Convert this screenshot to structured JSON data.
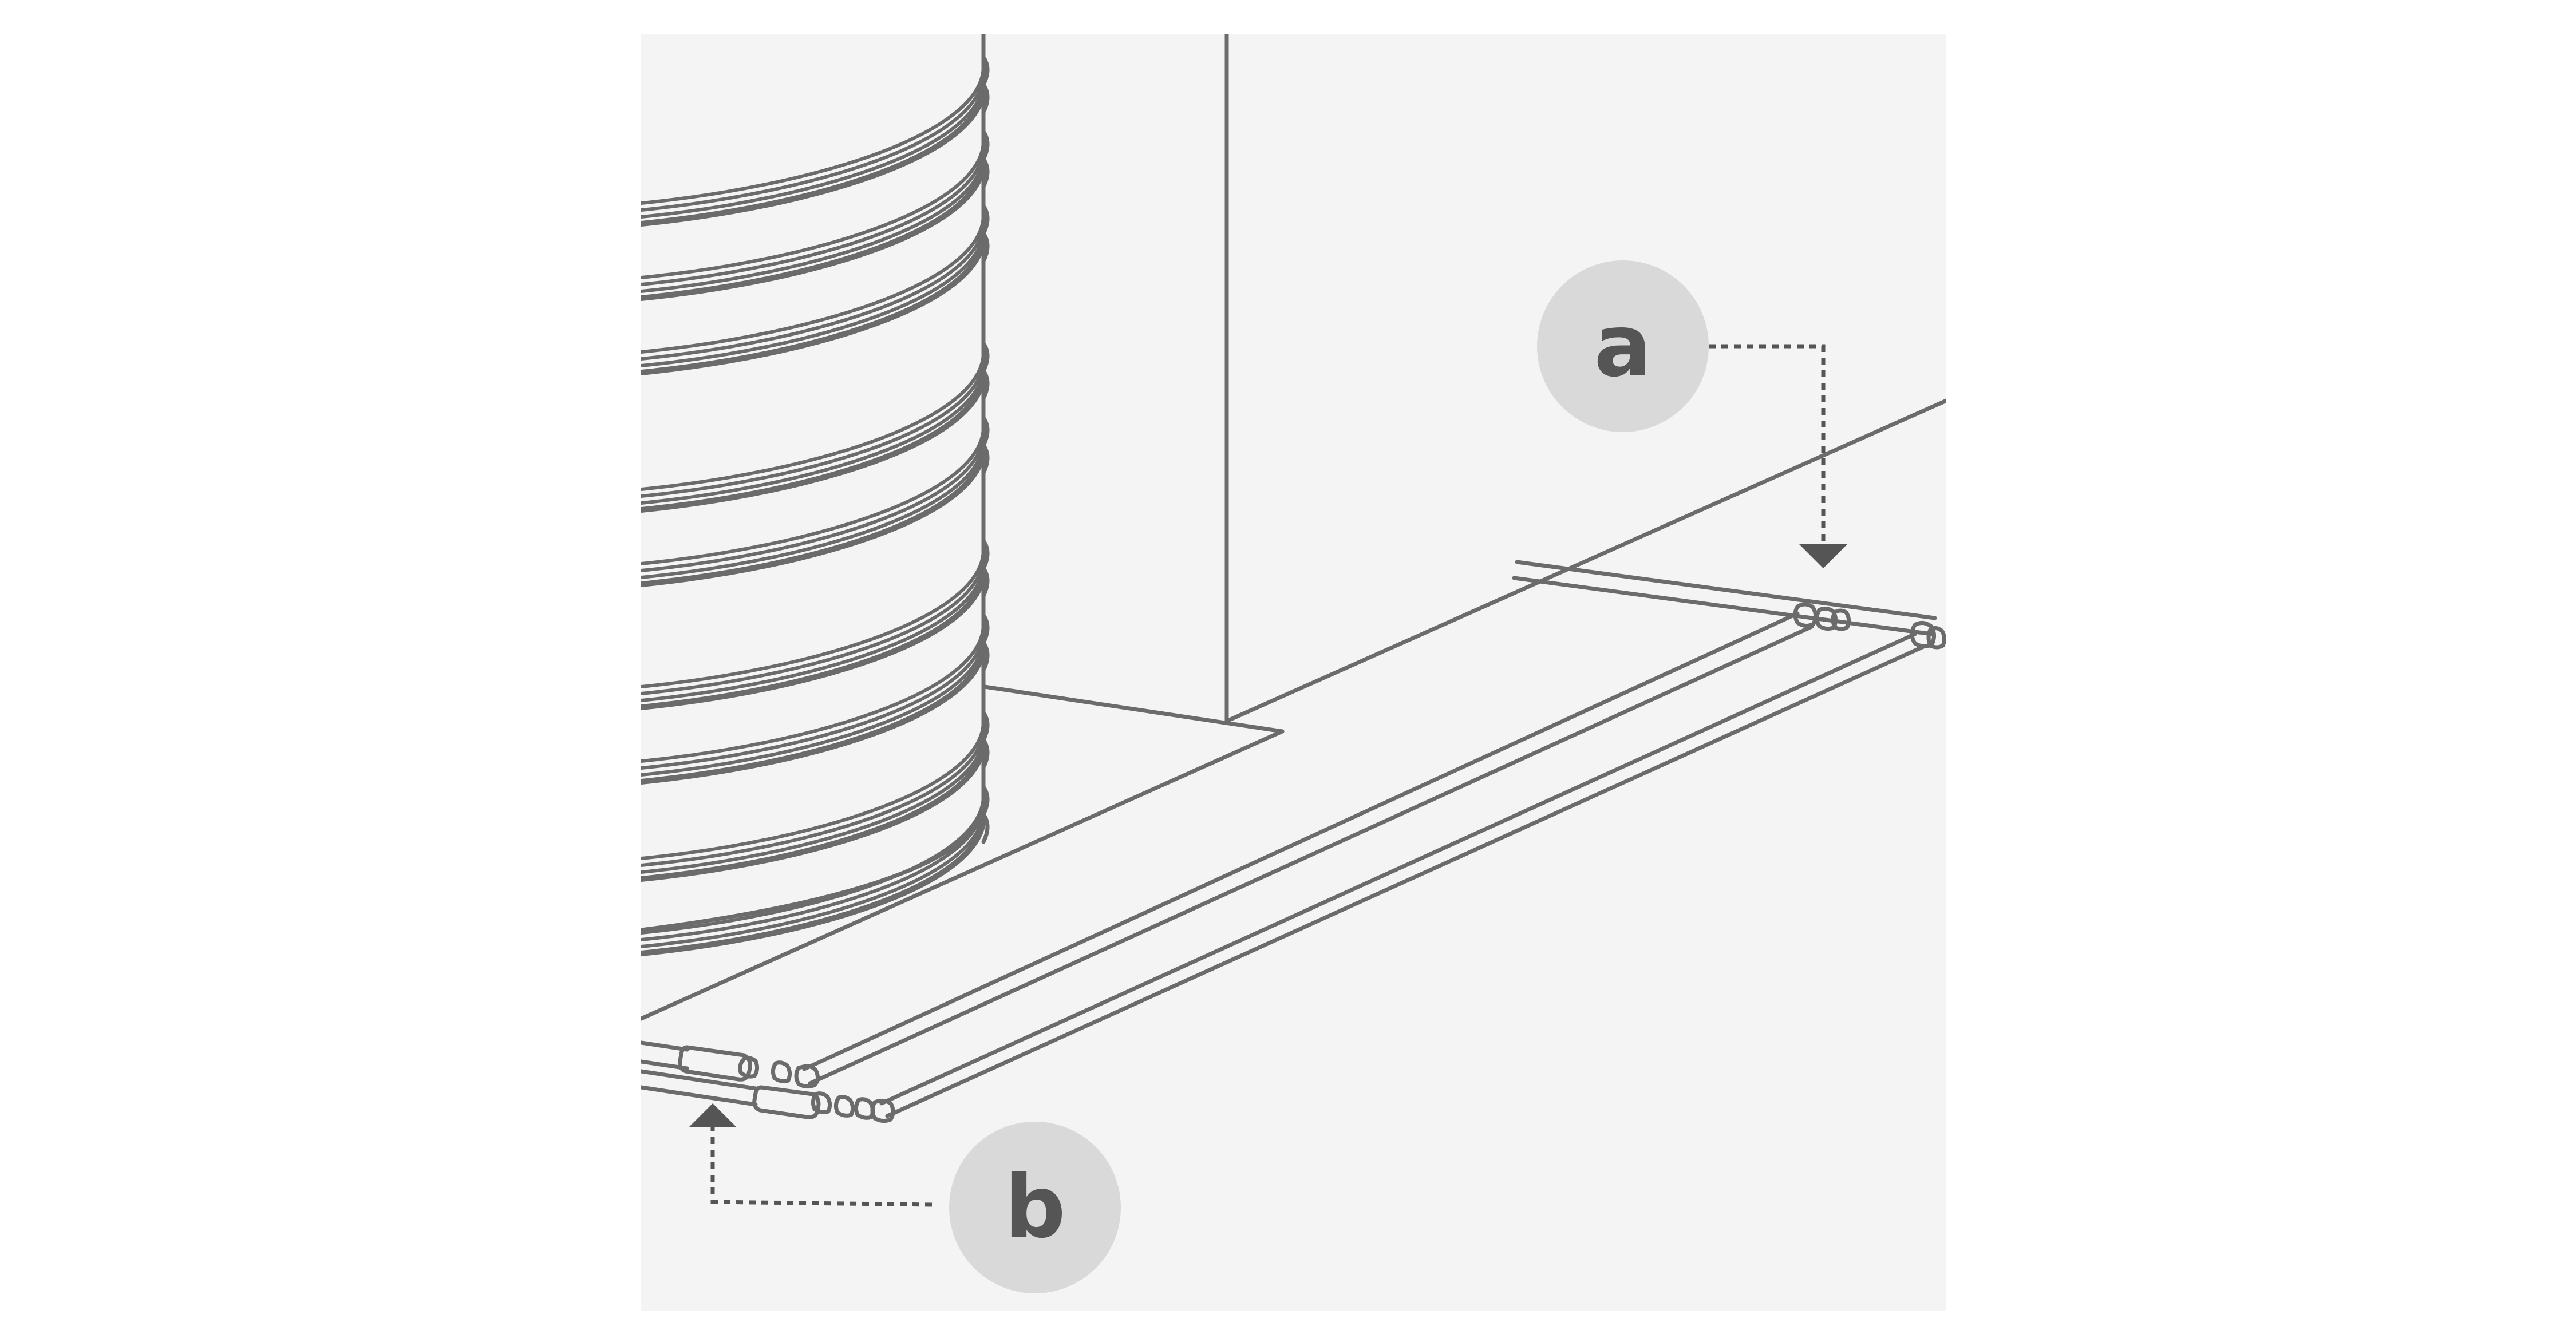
{
  "diagram": {
    "callouts": [
      {
        "id": "a",
        "text": "a"
      },
      {
        "id": "b",
        "text": "b"
      }
    ],
    "colors": {
      "panel": "#f4f4f4",
      "line": "#6b6b6b",
      "callout_fill": "#d9d9d9",
      "callout_text": "#555555",
      "page": "#ffffff"
    }
  }
}
